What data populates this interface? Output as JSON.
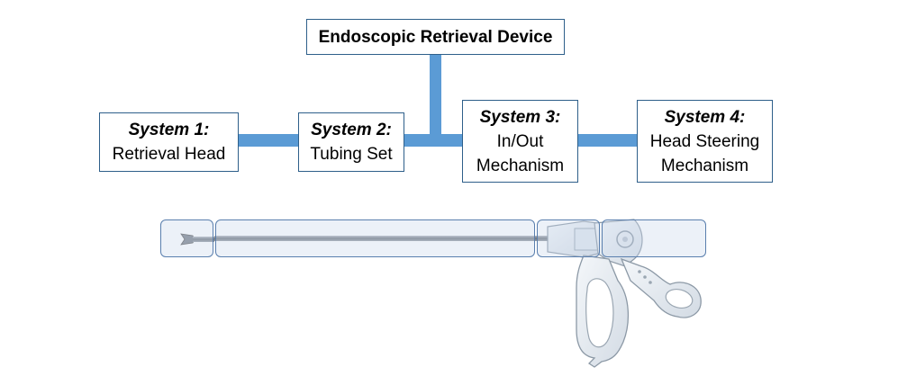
{
  "diagram": {
    "root": {
      "label": "Endoscopic Retrieval Device"
    },
    "systems": [
      {
        "title": "System 1:",
        "lines": [
          "Retrieval Head"
        ]
      },
      {
        "title": "System 2:",
        "lines": [
          "Tubing Set"
        ]
      },
      {
        "title": "System 3:",
        "lines": [
          "In/Out",
          "Mechanism"
        ]
      },
      {
        "title": "System 4:",
        "lines": [
          "Head Steering",
          "Mechanism"
        ]
      }
    ]
  },
  "colors": {
    "connector": "#5b9bd5",
    "box_border": "#2e5f8a",
    "region_border": "#5a7fae",
    "device_body": "#e6ecf2"
  }
}
